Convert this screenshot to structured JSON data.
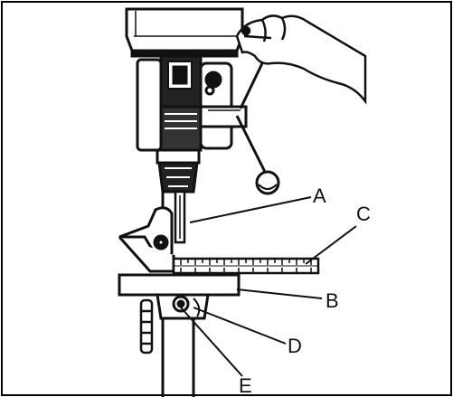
{
  "labels": {
    "a": "A",
    "b": "B",
    "c": "C",
    "d": "D",
    "e": "E"
  },
  "colors": {
    "ink": "#111111",
    "paper": "#ffffff",
    "border": "#000000"
  }
}
